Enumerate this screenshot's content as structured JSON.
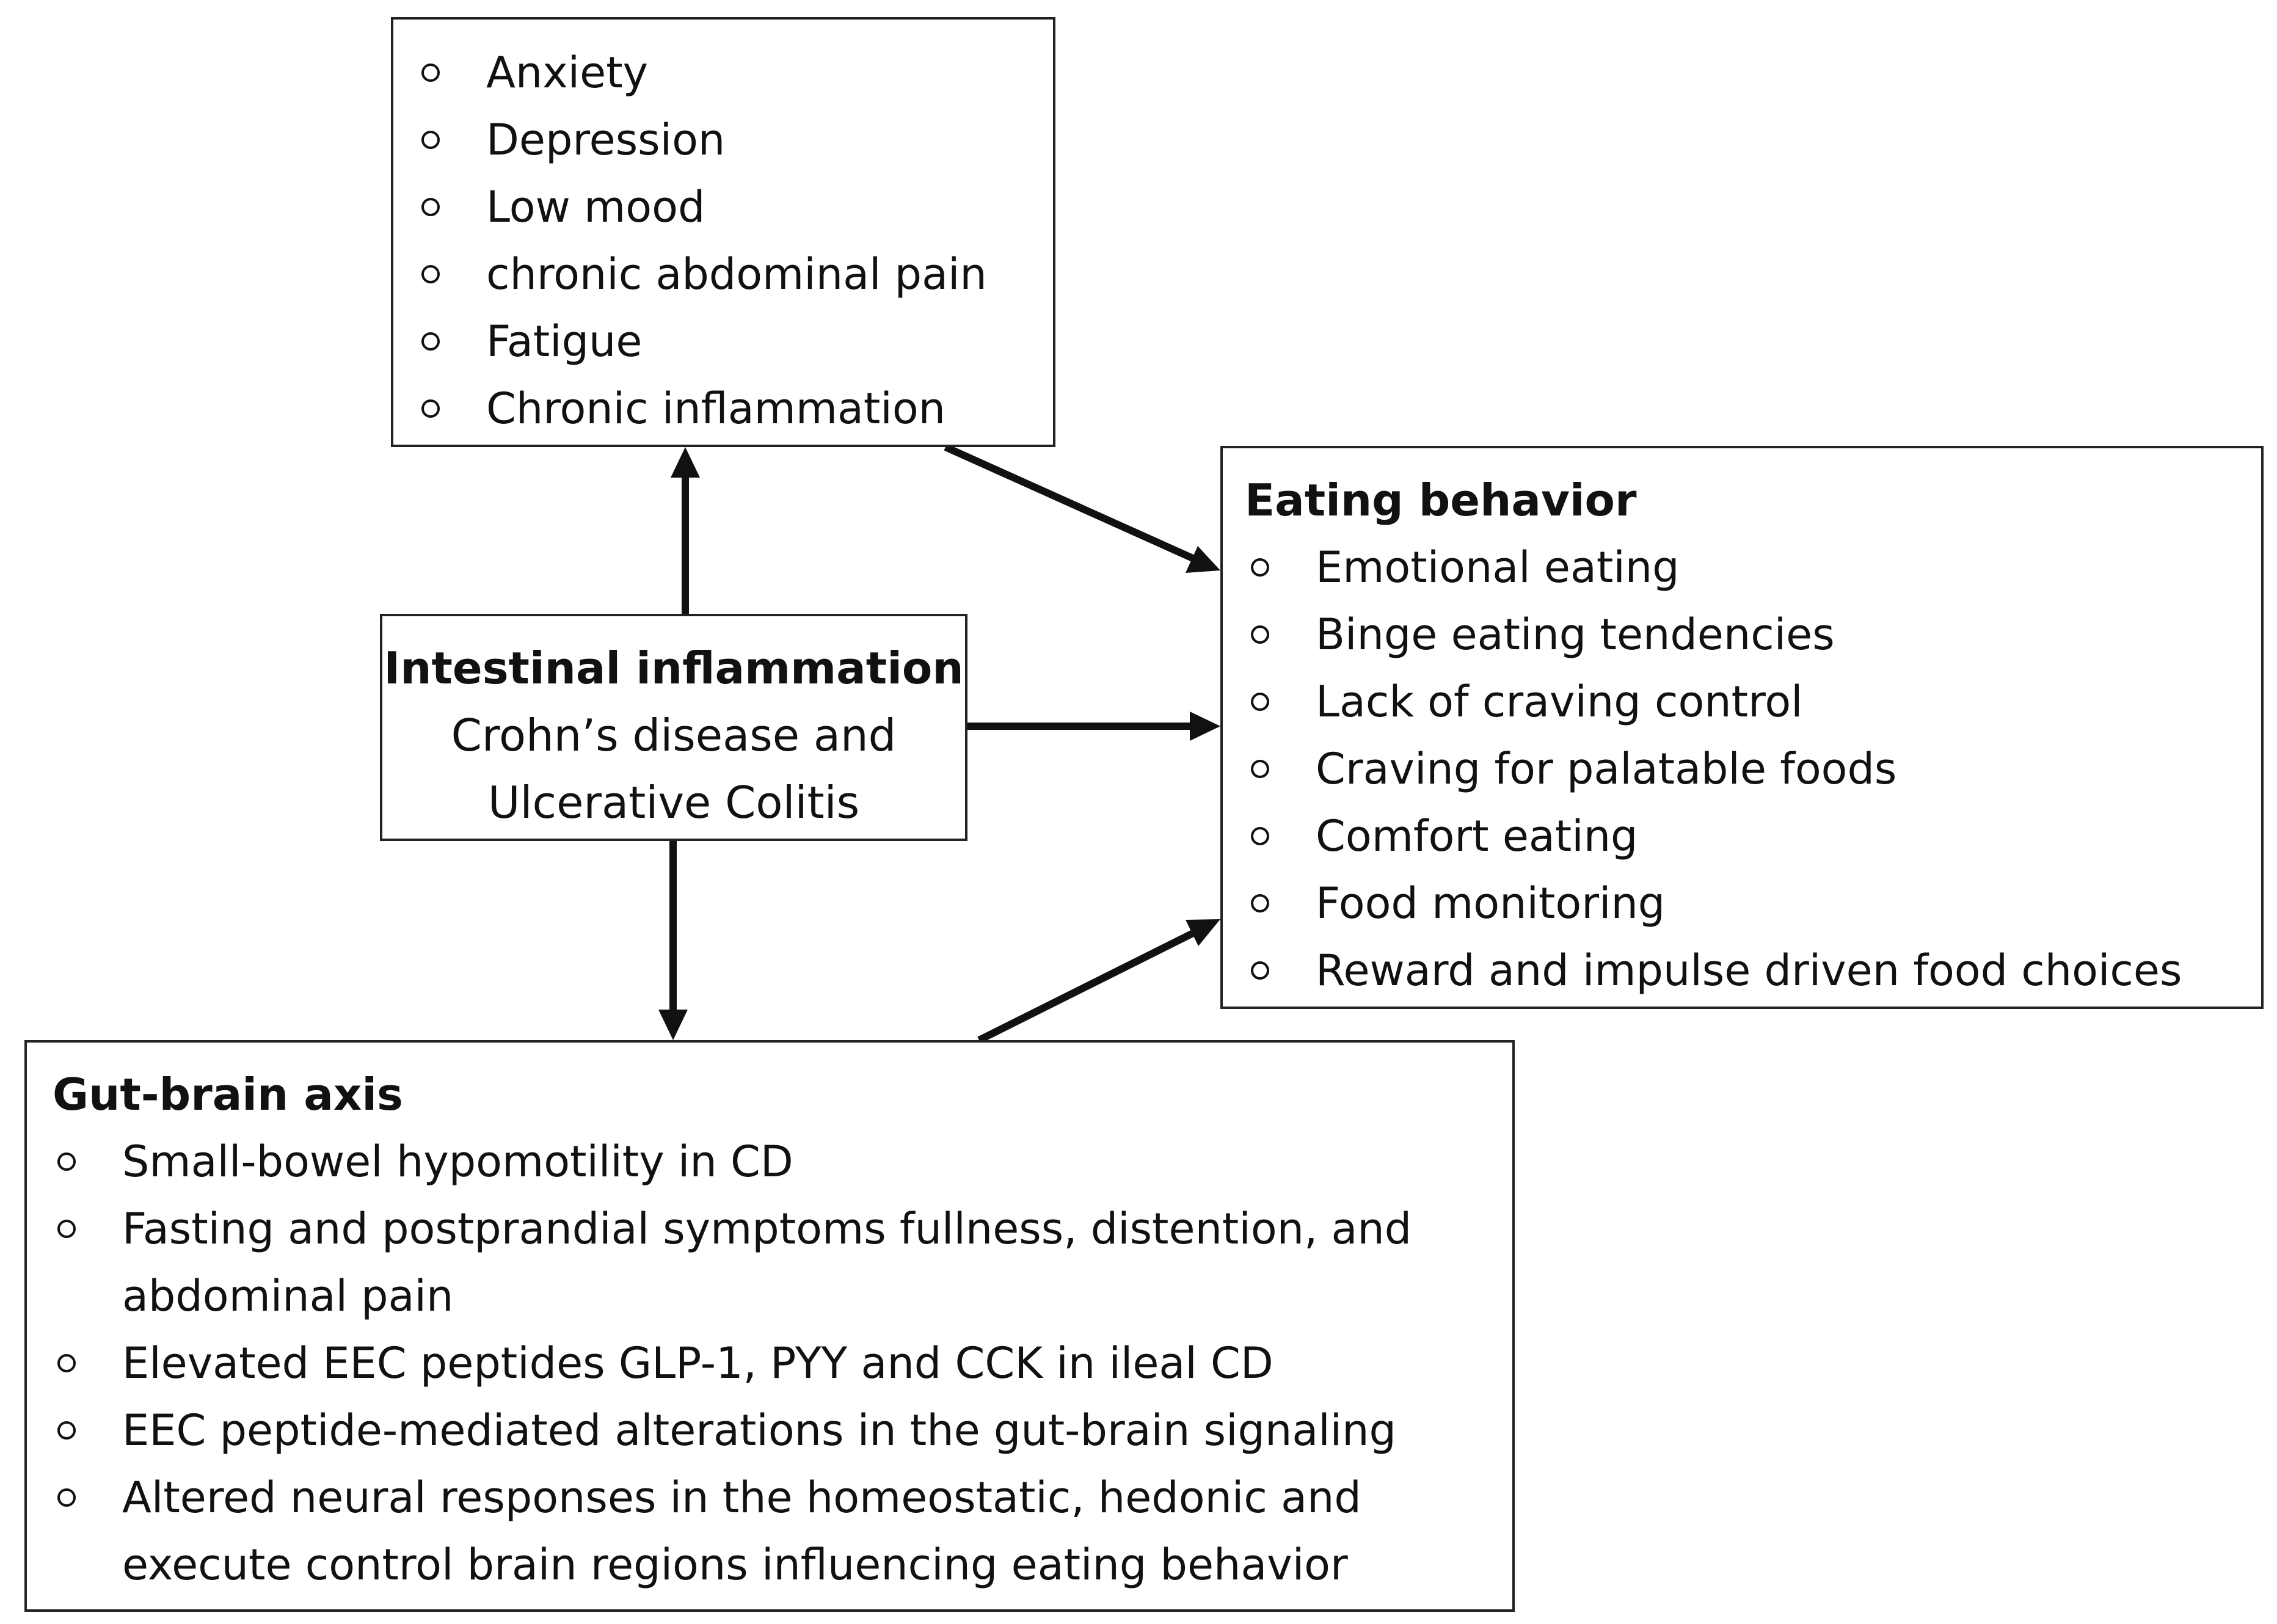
{
  "symptoms": {
    "items": [
      "Anxiety",
      "Depression",
      "Low mood",
      "chronic abdominal pain",
      "Fatigue",
      "Chronic inflammation"
    ]
  },
  "inflammation": {
    "heading": "Intestinal inflammation",
    "lines": [
      "Crohn’s disease and",
      "Ulcerative Colitis"
    ]
  },
  "eating_behavior": {
    "heading": "Eating behavior",
    "items": [
      "Emotional eating",
      "Binge eating tendencies",
      "Lack of craving control",
      "Craving for palatable foods",
      "Comfort eating",
      "Food monitoring",
      "Reward and impulse driven food choices"
    ]
  },
  "gut_brain_axis": {
    "heading": "Gut-brain axis",
    "items": [
      [
        "Small-bowel hypomotility in CD"
      ],
      [
        "Fasting and postprandial symptoms fullness, distention, and",
        "abdominal pain"
      ],
      [
        "Elevated EEC peptides GLP-1, PYY and CCK in ileal CD"
      ],
      [
        "EEC peptide-mediated alterations in the gut-brain signaling"
      ],
      [
        "Altered neural responses in the homeostatic, hedonic and",
        "execute control brain regions influencing eating behavior"
      ]
    ]
  }
}
